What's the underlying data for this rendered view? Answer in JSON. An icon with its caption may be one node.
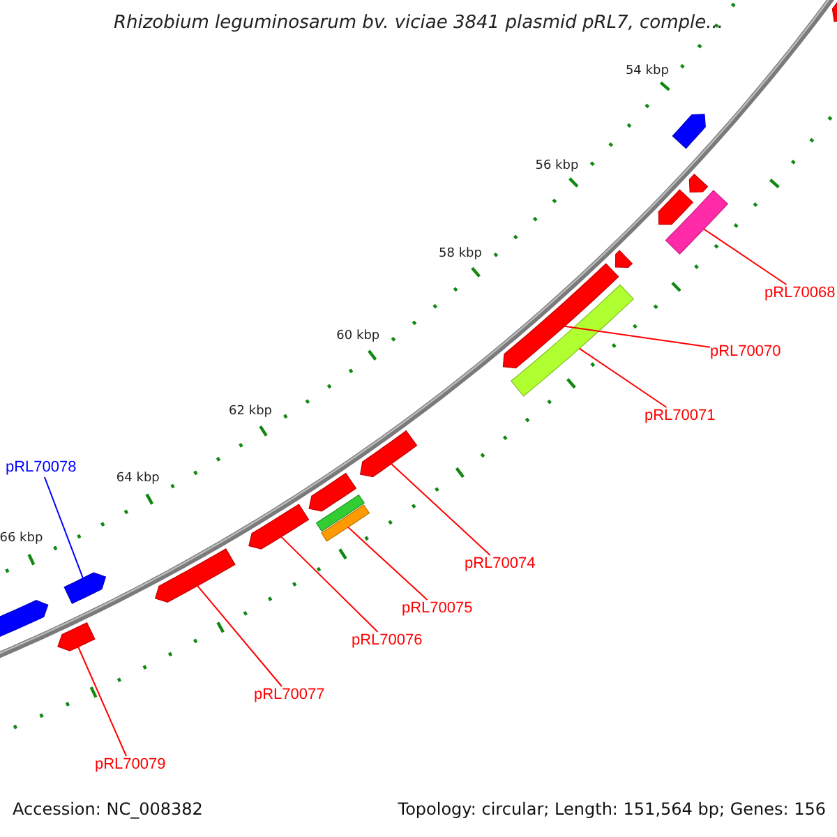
{
  "diagram": {
    "title": "Rhizobium leguminosarum bv. viciae 3841 plasmid pRL7, comple...",
    "nodes": [
      {
        "text": [
          "pRL70068"
        ]
      },
      {
        "text": [
          "pRL70070"
        ]
      },
      {
        "text": [
          "pRL70071"
        ]
      },
      {
        "text": [
          "pRL70078"
        ]
      },
      {
        "text": [
          "pRL70074"
        ]
      },
      {
        "text": [
          "pRL70075"
        ]
      },
      {
        "text": [
          "pRL70076"
        ]
      },
      {
        "text": [
          "pRL70077"
        ]
      },
      {
        "text": [
          "pRL70079"
        ]
      },
      {
        "text": [],
        "shape": "arrow"
      },
      {
        "text": [],
        "shape": "arrow"
      },
      {
        "text": [],
        "shape": "arrow"
      },
      {
        "text": [],
        "shape": "arrow"
      },
      {
        "text": [],
        "shape": "bar"
      },
      {
        "text": [],
        "shape": "arrow"
      },
      {
        "text": [],
        "shape": "arrow"
      },
      {
        "text": [],
        "shape": "bar"
      },
      {
        "text": [],
        "shape": "arrow"
      },
      {
        "text": [],
        "shape": "arrow"
      },
      {
        "text": [],
        "shape": "bar"
      },
      {
        "text": [],
        "shape": "bar"
      },
      {
        "text": [],
        "shape": "arrow"
      },
      {
        "text": [],
        "shape": "arrow"
      },
      {
        "text": [],
        "shape": "arrow"
      },
      {
        "text": [],
        "shape": "arrow"
      },
      {
        "text": [],
        "shape": "arrow"
      }
    ],
    "edges": [
      {
        "from": 0,
        "to": 13,
        "arrow": "none"
      },
      {
        "from": 1,
        "to": 15,
        "arrow": "none"
      },
      {
        "from": 2,
        "to": 16,
        "arrow": "none"
      },
      {
        "from": 3,
        "to": 23,
        "arrow": "none",
        "color": "#0000ff"
      },
      {
        "from": 4,
        "to": 17,
        "arrow": "none"
      },
      {
        "from": 5,
        "to": 20,
        "arrow": "none"
      },
      {
        "from": 6,
        "to": 21,
        "arrow": "none"
      },
      {
        "from": 7,
        "to": 22,
        "arrow": "none"
      },
      {
        "from": 8,
        "to": 24,
        "arrow": "none"
      }
    ],
    "labels": [
      "54 kbp",
      "56 kbp",
      "58 kbp",
      "60 kbp",
      "62 kbp",
      "64 kbp",
      "66 kbp",
      "Accession: NC_008382",
      "Topology: circular; Length: 151,564 bp; Genes: 156"
    ]
  }
}
